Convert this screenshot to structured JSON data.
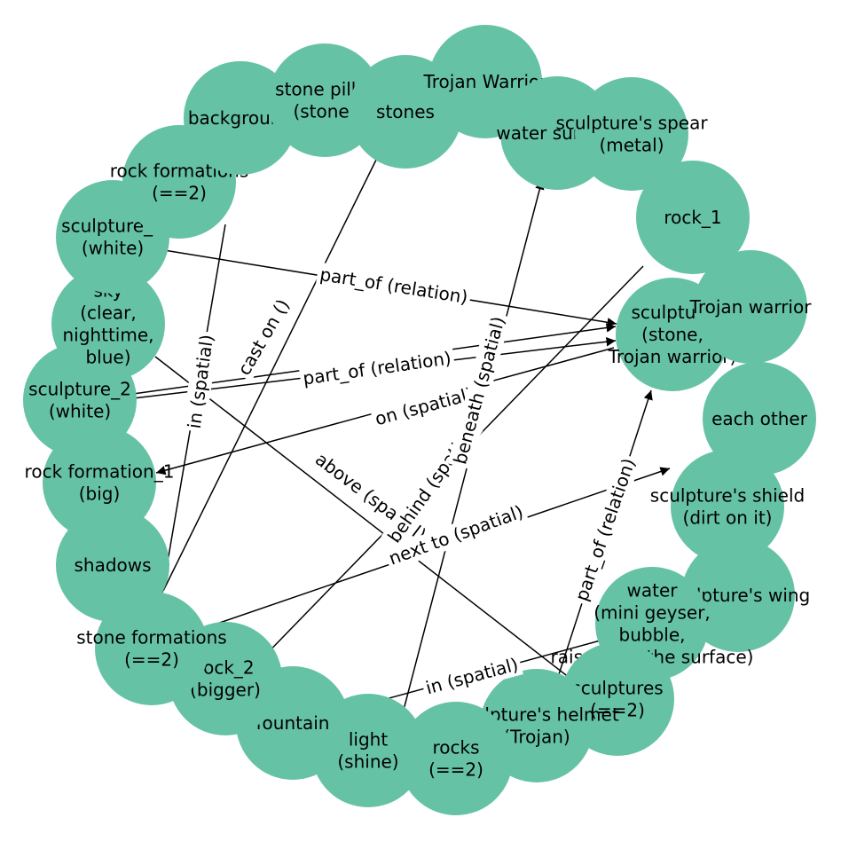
{
  "diagram": {
    "nodes": [
      {
        "id": "sculpture",
        "lines": [
          "sculpture",
          "(stone,",
          "Trojan warrior)"
        ]
      },
      {
        "id": "trojan_warrior_lc",
        "lines": [
          "Trojan warrior"
        ]
      },
      {
        "id": "each_other",
        "lines": [
          "each other"
        ]
      },
      {
        "id": "shield",
        "lines": [
          "sculpture's shield",
          "(dirt on it)"
        ]
      },
      {
        "id": "wing",
        "lines": [
          "sculpture's wing"
        ]
      },
      {
        "id": "water",
        "lines": [
          "water",
          "(mini geyser,",
          "bubble,",
          "raise from the surface)"
        ]
      },
      {
        "id": "sculptures",
        "lines": [
          "sculptures",
          "(==2)"
        ]
      },
      {
        "id": "helmet",
        "lines": [
          "sculpture's helmet",
          "(Trojan)"
        ]
      },
      {
        "id": "rocks",
        "lines": [
          "rocks",
          "(==2)"
        ]
      },
      {
        "id": "light",
        "lines": [
          "light",
          "(shine)"
        ]
      },
      {
        "id": "fountain",
        "lines": [
          "fountain"
        ]
      },
      {
        "id": "rock_2",
        "lines": [
          "rock_2",
          "(bigger)"
        ]
      },
      {
        "id": "stone_formations",
        "lines": [
          "stone formations",
          "(==2)"
        ]
      },
      {
        "id": "shadows",
        "lines": [
          "shadows"
        ]
      },
      {
        "id": "rock_formation_1",
        "lines": [
          "rock formation_1",
          "(big)"
        ]
      },
      {
        "id": "sculpture_2",
        "lines": [
          "sculpture_2",
          "(white)"
        ]
      },
      {
        "id": "sky",
        "lines": [
          "sky",
          "(clear,",
          "nighttime,",
          "blue)"
        ]
      },
      {
        "id": "sculpture_1",
        "lines": [
          "sculpture_1",
          "(white)"
        ]
      },
      {
        "id": "rock_formations",
        "lines": [
          "rock formations",
          "(==2)"
        ]
      },
      {
        "id": "background",
        "lines": [
          "background"
        ]
      },
      {
        "id": "stone_pillar",
        "lines": [
          "stone pillar",
          "(stone)"
        ]
      },
      {
        "id": "stones",
        "lines": [
          "stones"
        ]
      },
      {
        "id": "trojan_warrior_uc",
        "lines": [
          "Trojan Warrior"
        ]
      },
      {
        "id": "water_surface",
        "lines": [
          "water surface"
        ]
      },
      {
        "id": "spear",
        "lines": [
          "sculpture's spear",
          "(metal)"
        ]
      },
      {
        "id": "rock_1",
        "lines": [
          "rock_1"
        ]
      }
    ],
    "edges": [
      {
        "from": "sculpture_1",
        "to": "sculpture",
        "label": "part_of (relation)"
      },
      {
        "from": "sculpture_2",
        "to": "sculpture",
        "label": "part_of (relation)"
      },
      {
        "from": "sculpture_2",
        "to": "sculpture",
        "label": ""
      },
      {
        "from": "sculpture",
        "to": "rock_formation_1",
        "label": "on (spatial)"
      },
      {
        "from": "sky",
        "to": "sculptures",
        "label": "above (spatial)"
      },
      {
        "from": "shadows",
        "to": "stones",
        "label": "cast on ()"
      },
      {
        "from": "rock_1",
        "to": "rock_2",
        "label": "behind (spatial)"
      },
      {
        "from": "light",
        "to": "water_surface",
        "label": "beneath (spatial)"
      },
      {
        "from": "stone_formations",
        "to": "shield",
        "label": "next to (spatial)"
      },
      {
        "from": "helmet",
        "to": "sculpture",
        "label": "part_of (relation)"
      },
      {
        "from": "water",
        "to": "fountain",
        "label": "in (spatial)"
      },
      {
        "from": "stone_formations",
        "to": "rock_formations",
        "label": "in (spatial)"
      },
      {
        "from": "shield",
        "to": "trojan_warrior_lc",
        "label": ""
      }
    ]
  }
}
